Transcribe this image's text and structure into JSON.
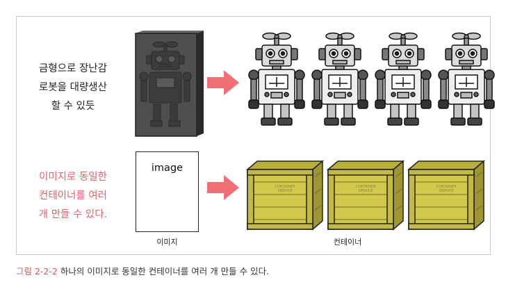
{
  "diagram": {
    "top_description_lines": [
      "금형으로 장난감",
      "로봇을 대량생산",
      "할 수 있듯"
    ],
    "bottom_description_lines": [
      "이미지로 동일한",
      "컨테이너를 여러",
      "개 만들 수 있다."
    ],
    "image_box_text": "image",
    "image_label": "이미지",
    "container_label": "컨테이너",
    "container_crate_text": [
      "CONTAINER",
      "SERVICE"
    ],
    "accent_color": "#e0646c",
    "arrow_color": "#ef6f75",
    "crate_color": "#d2c94c",
    "robot_count": 4,
    "container_count": 3
  },
  "caption": {
    "figure_number": "그림 2-2-2",
    "text": "하나의 이미지로 동일한 컨테이너를 여러 개 만들 수 있다."
  }
}
